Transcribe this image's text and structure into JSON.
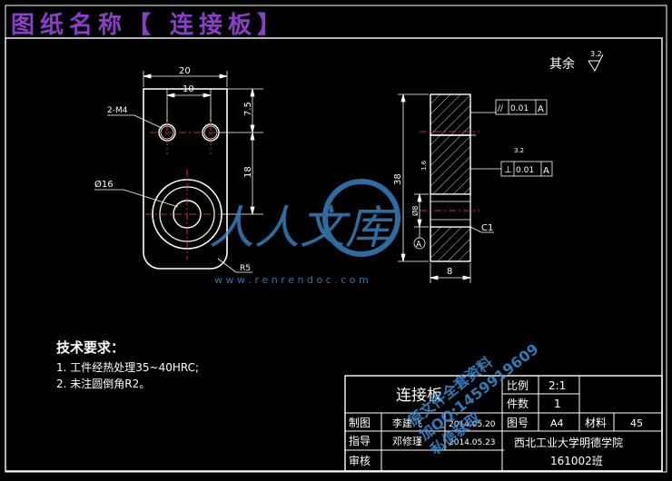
{
  "header": {
    "title": "图纸名称【 连接板】",
    "title_color": "#8a3fc8"
  },
  "roughness": {
    "other_label": "其余",
    "other_value": "3.2"
  },
  "front_view": {
    "dims": {
      "width_20": "20",
      "width_10": "10",
      "height_7_5": "7.5",
      "height_18": "18"
    },
    "thread_callout": "2-M4",
    "diameter_callout": "Ø16",
    "radius_callout": "R5"
  },
  "side_view": {
    "dim_38": "38",
    "dim_8_thick": "8",
    "dim_hole": "Ø8",
    "roughness_mid": "1.6",
    "roughness_top": "3.2",
    "chamfer": "C1",
    "datum_label": "A",
    "tolerance_parallel": {
      "symbol": "//",
      "value": "0.01",
      "datum": "A"
    },
    "tolerance_perp": {
      "symbol": "⊥",
      "value": "0.01",
      "datum": "A"
    }
  },
  "tech_req": {
    "title": "技术要求：",
    "lines": [
      "1. 工件经热处理35~40HRC;",
      "2. 未注圆倒角R2。"
    ]
  },
  "title_block": {
    "part_name": "连接板",
    "scale_label": "比例",
    "scale_value": "2:1",
    "count_label": "件数",
    "count_value": "1",
    "drawn_label": "制图",
    "drawn_name": "李建飞",
    "drawn_date": "2014.05.20",
    "sheet_label": "图号",
    "sheet_value": "A4",
    "material_label": "材料",
    "material_value": "45",
    "guide_label": "指导",
    "guide_name": "邓修瑾",
    "guide_date": "2014.05.23",
    "school": "西北工业大学明德学院",
    "check_label": "审核",
    "class": "161002班"
  },
  "watermark": {
    "logo_text": "人人文库",
    "url": "w w w . r e n r e n d o c . c o m",
    "promo_1": "原文件全套资料",
    "promo_2": "加QQ:1459919609",
    "promo_3": "私信获取",
    "color": "#3d8fd6"
  },
  "colors": {
    "line": "#ffffff",
    "dim": "#ffffff",
    "center": "#ff3b3b",
    "hatch": "#ffffff"
  }
}
